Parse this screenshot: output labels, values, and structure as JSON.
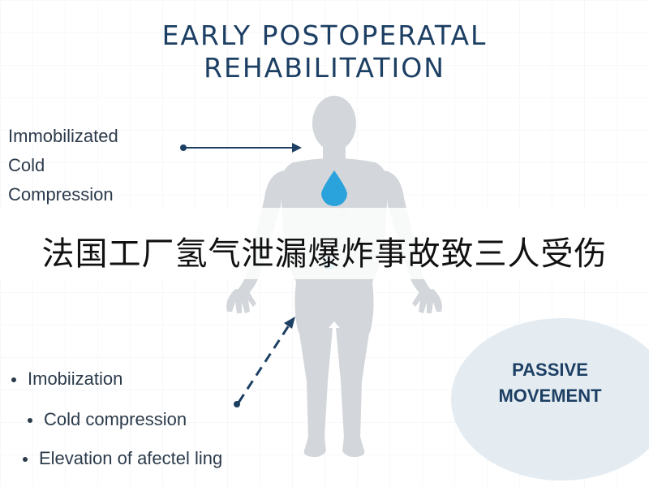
{
  "title": {
    "line1": "EARLY POSTOPERATAL",
    "line2": "REHABILITATION"
  },
  "top_label": {
    "lines": [
      "Immobilizated",
      "Cold",
      "Compression"
    ]
  },
  "banner": {
    "text": "法国工厂氢气泄漏爆炸事故致三人受伤"
  },
  "bullets": [
    "Imobiization",
    "Cold compression",
    "Elevation of afectel ling"
  ],
  "circle": {
    "line1": "PASSIVE",
    "line2": "MOVEMENT"
  },
  "colors": {
    "title": "#1c3f63",
    "body_silhouette": "#d3d6da",
    "drop": "#2aa3dc",
    "circle_bg": "#e4ecf2"
  },
  "icons": [
    "water-drop-icon",
    "water-drop-icon",
    "arrow-right-icon",
    "dashed-double-arrow-icon"
  ]
}
